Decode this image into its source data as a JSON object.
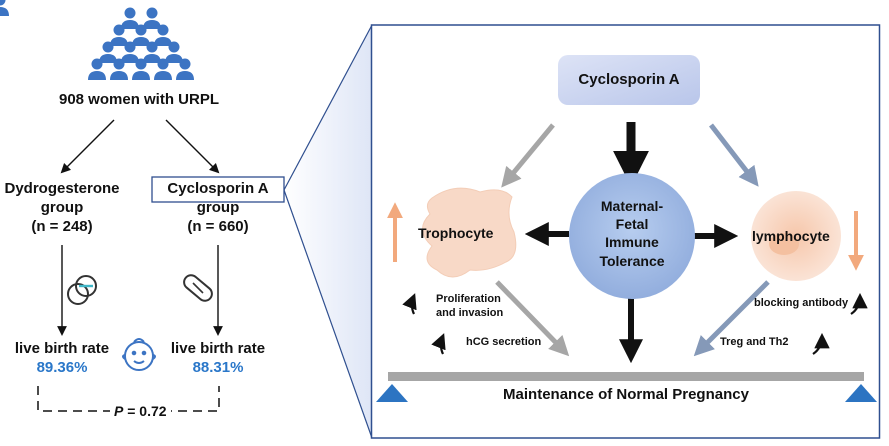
{
  "left": {
    "cohort": "908 women with URPL",
    "group1": {
      "name": "Dydrogesterone",
      "name2": "group",
      "n": "(n = 248)"
    },
    "group2": {
      "name": "Cyclosporin A",
      "name2": "group",
      "n": "(n = 660)"
    },
    "outcome_label": "live birth rate",
    "rate1": "89.36%",
    "rate2": "88.31%",
    "p_italic": "P",
    "p_rest": " = 0.72"
  },
  "right": {
    "drug": "Cyclosporin A",
    "center_l1": "Maternal-",
    "center_l2": "Fetal",
    "center_l3": "Immune",
    "center_l4": "Tolerance",
    "trophocyte": "Trophocyte",
    "lymphocyte": "lymphocyte",
    "prolif_l1": "Proliferation",
    "prolif_l2": "and invasion",
    "hcg": "hCG secretion",
    "blocking": "blocking antibody",
    "treg": "Treg and Th2",
    "bottom": "Maintenance of Normal Pregnancy"
  },
  "colors": {
    "people_icon": "#3c74c3",
    "cyclosporin_box": "#c9d3ef",
    "center_circle": "#9ab5e3",
    "cell": "#f8d9c7",
    "up_down_arrow": "#f2a97d",
    "rate_text": "#2a77c9",
    "beam": "#a6a6a6",
    "support": "#2c74c2"
  }
}
